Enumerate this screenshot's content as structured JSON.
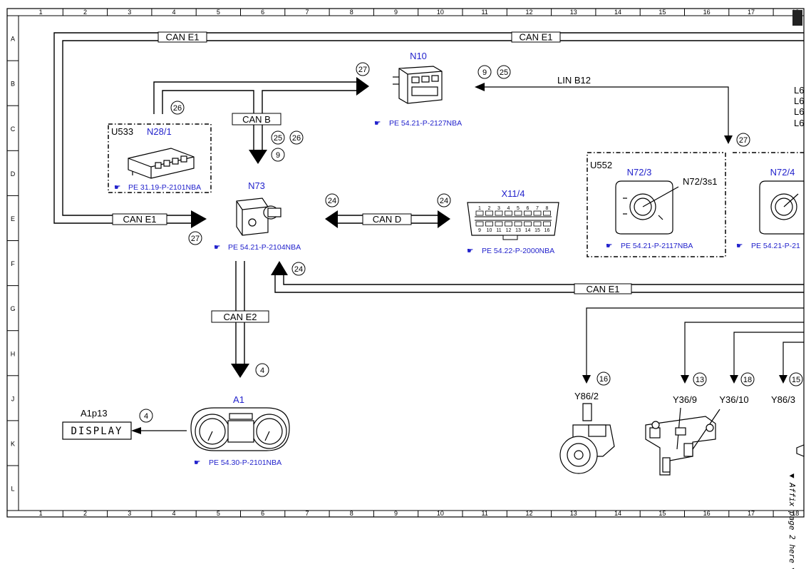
{
  "grid": {
    "columns": [
      "1",
      "2",
      "3",
      "4",
      "5",
      "6",
      "7",
      "8",
      "9",
      "10",
      "11",
      "12",
      "13",
      "14",
      "15",
      "16",
      "17",
      "18"
    ],
    "rows": [
      "A",
      "B",
      "C",
      "D",
      "E",
      "F",
      "G",
      "H",
      "J",
      "K",
      "L"
    ]
  },
  "bus_labels": {
    "can_e1_top_left": "CAN E1",
    "can_e1_top_right": "CAN E1",
    "can_b": "CAN B",
    "can_e1_left": "CAN E1",
    "can_d": "CAN D",
    "can_e2": "CAN E2",
    "can_e1_bottom": "CAN E1",
    "lin_b12": "LIN B12"
  },
  "components": {
    "n10": {
      "code": "N10",
      "ref": "PE 54.21-P-2127NBA"
    },
    "n28_1": {
      "group": "U533",
      "code": "N28/1",
      "ref": "PE 31.19-P-2101NBA"
    },
    "n73": {
      "code": "N73",
      "ref": "PE 54.21-P-2104NBA"
    },
    "x11_4": {
      "code": "X11/4",
      "ref": "PE 54.22-P-2000NBA",
      "pins_top": [
        "1",
        "2",
        "3",
        "4",
        "5",
        "6",
        "7",
        "8"
      ],
      "pins_bottom": [
        "9",
        "10",
        "11",
        "12",
        "13",
        "14",
        "15",
        "16"
      ]
    },
    "n72_3": {
      "group": "U552",
      "code": "N72/3",
      "sub": "N72/3s1",
      "ref": "PE 54.21-P-2117NBA"
    },
    "n72_4": {
      "code": "N72/4",
      "ref": "PE 54.21-P-21"
    },
    "a1": {
      "code": "A1",
      "ref": "PE 54.30-P-2101NBA"
    },
    "a1p13": {
      "code": "A1p13",
      "display_text": "DISPLAY"
    },
    "y86_2": {
      "code": "Y86/2"
    },
    "y36_9": {
      "code": "Y36/9"
    },
    "y36_10": {
      "code": "Y36/10"
    },
    "y86_3": {
      "code": "Y86/3"
    }
  },
  "circled_numbers": {
    "c27a": "27",
    "c9a": "9",
    "c25a": "25",
    "c26a": "26",
    "c25b": "25",
    "c26b": "26",
    "c9b": "9",
    "c27b": "27",
    "c24a": "24",
    "c24b": "24",
    "c27c": "27",
    "c24c": "24",
    "c4a": "4",
    "c4b": "4",
    "c16": "16",
    "c13": "13",
    "c18": "18",
    "c15": "15"
  },
  "edge_labels": {
    "l1": "L6",
    "l2": "L6",
    "l3": "L6",
    "l4": "L6"
  },
  "affix_note": "▼ Affix page 2 here ▼",
  "colors": {
    "line": "#000000",
    "ref_blue": "#2222cc"
  }
}
